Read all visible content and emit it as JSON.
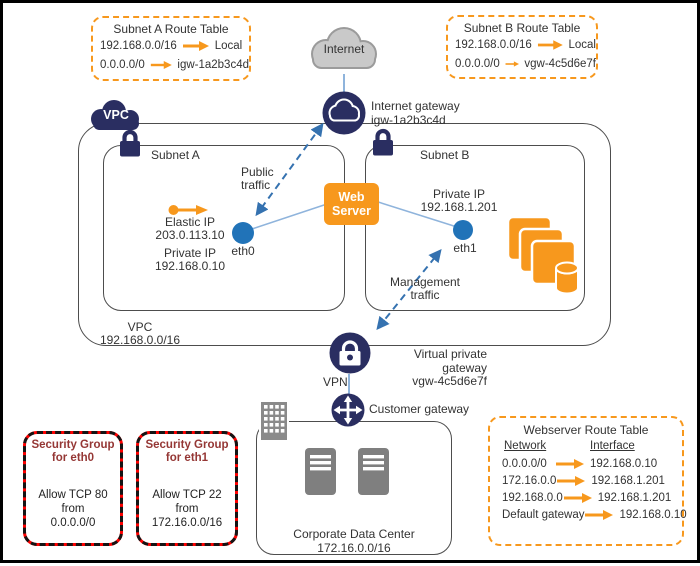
{
  "colors": {
    "aws_orange": "#F7981D",
    "aws_navy": "#2A2E61",
    "eth_dot_blue": "#2173B8",
    "traffic_arrow_blue": "#3572B0",
    "connector_blue": "#8FB4DC",
    "security_red": "#FF0000",
    "security_title_maroon": "#953735",
    "icon_gray": "#7F7F7F",
    "cloud_gray": "#C9C9C9"
  },
  "internet_cloud": {
    "label": "Internet"
  },
  "internet_gateway": {
    "label": "Internet gateway",
    "id": "igw-1a2b3c4d"
  },
  "vpc": {
    "badge": "VPC",
    "footer_label": "VPC",
    "footer_cidr": "192.168.0.0/16"
  },
  "subnet_a": {
    "label": "Subnet A"
  },
  "subnet_b": {
    "label": "Subnet B"
  },
  "web_server": {
    "label": "Web\nServer"
  },
  "eth0": {
    "label": "eth0",
    "elastic_ip_label": "Elastic IP",
    "elastic_ip": "203.0.113.10",
    "private_ip_label": "Private IP",
    "private_ip": "192.168.0.10"
  },
  "eth1": {
    "label": "eth1",
    "private_ip_label": "Private IP",
    "private_ip": "192.168.1.201"
  },
  "traffic": {
    "public": "Public\ntraffic",
    "management": "Management\ntraffic"
  },
  "virtual_private_gateway": {
    "label": "Virtual private gateway",
    "id": "vgw-4c5d6e7f"
  },
  "vpn": {
    "label": "VPN"
  },
  "customer_gateway": {
    "label": "Customer gateway"
  },
  "corporate_data_center": {
    "label": "Corporate Data Center",
    "cidr": "172.16.0.0/16"
  },
  "security_group_eth0": {
    "title": "Security Group\nfor eth0",
    "rule": "Allow TCP 80\nfrom\n0.0.0.0/0"
  },
  "security_group_eth1": {
    "title": "Security Group\nfor eth1",
    "rule": "Allow TCP 22\nfrom\n172.16.0.0/16"
  },
  "route_table_subnet_a": {
    "title": "Subnet A Route Table",
    "rows": [
      {
        "network": "192.168.0.0/16",
        "target": "Local"
      },
      {
        "network": "0.0.0.0/0",
        "target": "igw-1a2b3c4d"
      }
    ]
  },
  "route_table_subnet_b": {
    "title": "Subnet B Route Table",
    "rows": [
      {
        "network": "192.168.0.0/16",
        "target": "Local"
      },
      {
        "network": "0.0.0.0/0",
        "target": "vgw-4c5d6e7f"
      }
    ]
  },
  "route_table_webserver": {
    "title": "Webserver Route Table",
    "columns": {
      "network": "Network",
      "interface": "Interface"
    },
    "rows": [
      {
        "network": "0.0.0.0/0",
        "interface": "192.168.0.10"
      },
      {
        "network": "172.16.0.0",
        "interface": "192.168.1.201"
      },
      {
        "network": "192.168.0.0",
        "interface": "192.168.1.201"
      },
      {
        "network": "Default gateway",
        "interface": "192.168.0.10"
      }
    ]
  }
}
